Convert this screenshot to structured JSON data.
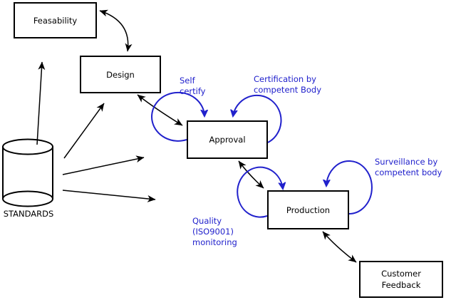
{
  "diagram": {
    "nodes": {
      "feasability": {
        "label": "Feasability"
      },
      "design": {
        "label": "Design"
      },
      "approval": {
        "label": "Approval"
      },
      "production": {
        "label": "Production"
      },
      "customer_feedback": {
        "lines": [
          "Customer",
          "Feedback"
        ]
      },
      "standards": {
        "label": "STANDARDS",
        "shape": "cylinder"
      }
    },
    "annotations": {
      "self_certify": {
        "lines": [
          "Self",
          "certify"
        ],
        "attached_to": "approval"
      },
      "certification": {
        "lines": [
          "Certification by",
          "competent Body"
        ],
        "attached_to": "approval"
      },
      "surveillance": {
        "lines": [
          "Surveillance by",
          "competent body"
        ],
        "attached_to": "production"
      },
      "quality_monitoring": {
        "lines": [
          "Quality",
          "(ISO9001)",
          "monitoring"
        ],
        "attached_to": "production"
      }
    },
    "edges": [
      {
        "from": "feasability",
        "to": "design",
        "direction": "bidirectional"
      },
      {
        "from": "design",
        "to": "approval",
        "direction": "bidirectional"
      },
      {
        "from": "approval",
        "to": "production",
        "direction": "bidirectional"
      },
      {
        "from": "production",
        "to": "customer_feedback",
        "direction": "bidirectional"
      },
      {
        "from": "standards",
        "to": "feasability",
        "direction": "single"
      },
      {
        "from": "standards",
        "to": "design",
        "direction": "single"
      },
      {
        "from": "standards",
        "to": "approval",
        "direction": "single"
      },
      {
        "from": "standards",
        "to": "production",
        "direction": "single"
      },
      {
        "node": "approval",
        "loop": "self_certify"
      },
      {
        "node": "approval",
        "loop": "certification"
      },
      {
        "node": "production",
        "loop": "quality_monitoring"
      },
      {
        "node": "production",
        "loop": "surveillance"
      }
    ],
    "colors": {
      "annotation_blue": "#2121cc",
      "stroke_black": "#000000",
      "background": "#ffffff"
    }
  }
}
